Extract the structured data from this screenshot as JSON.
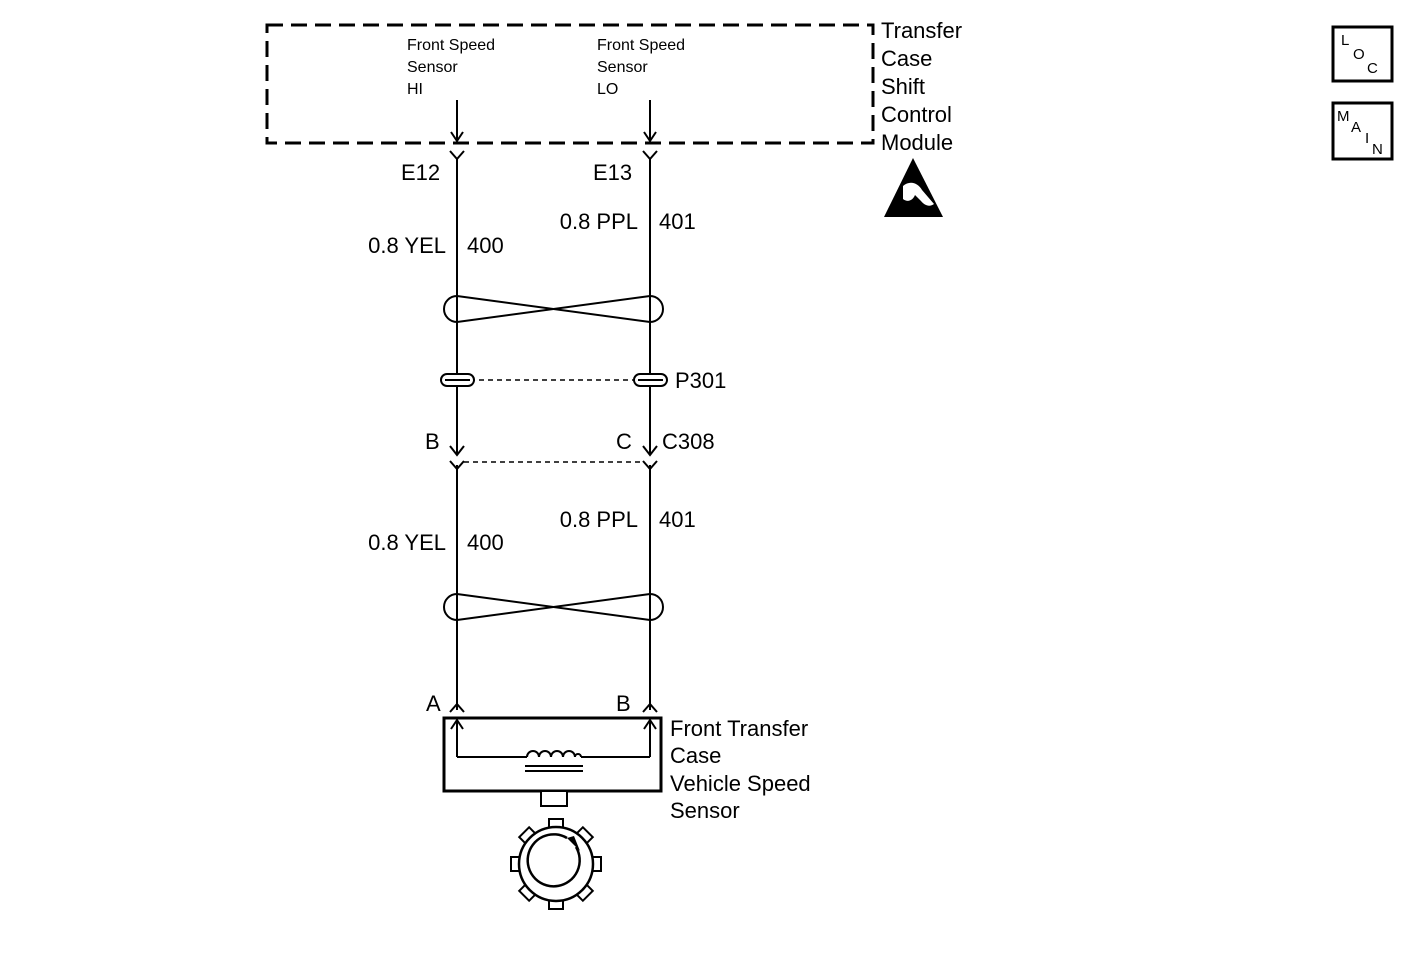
{
  "module": {
    "title_lines": [
      "Transfer",
      "Case",
      "Shift",
      "Control",
      "Module"
    ],
    "inputs": [
      {
        "lines": [
          "Front Speed",
          "Sensor",
          "HI"
        ],
        "terminal": "E12"
      },
      {
        "lines": [
          "Front Speed",
          "Sensor",
          "LO"
        ],
        "terminal": "E13"
      }
    ]
  },
  "wires_upper": [
    {
      "size_color": "0.8 YEL",
      "circuit": "400"
    },
    {
      "size_color": "0.8 PPL",
      "circuit": "401"
    }
  ],
  "splice_pack": {
    "label": "P301"
  },
  "connector_c308": {
    "label": "C308",
    "pins": [
      "B",
      "C"
    ]
  },
  "wires_lower": [
    {
      "size_color": "0.8 YEL",
      "circuit": "400"
    },
    {
      "size_color": "0.8 PPL",
      "circuit": "401"
    }
  ],
  "sensor": {
    "pins": [
      "A",
      "B"
    ],
    "title_lines": [
      "Front Transfer",
      "Case",
      "Vehicle Speed",
      "Sensor"
    ]
  },
  "nav": {
    "loc_letters": [
      "L",
      "O",
      "C"
    ],
    "main_letters": [
      "M",
      "A",
      "I",
      "N"
    ]
  }
}
